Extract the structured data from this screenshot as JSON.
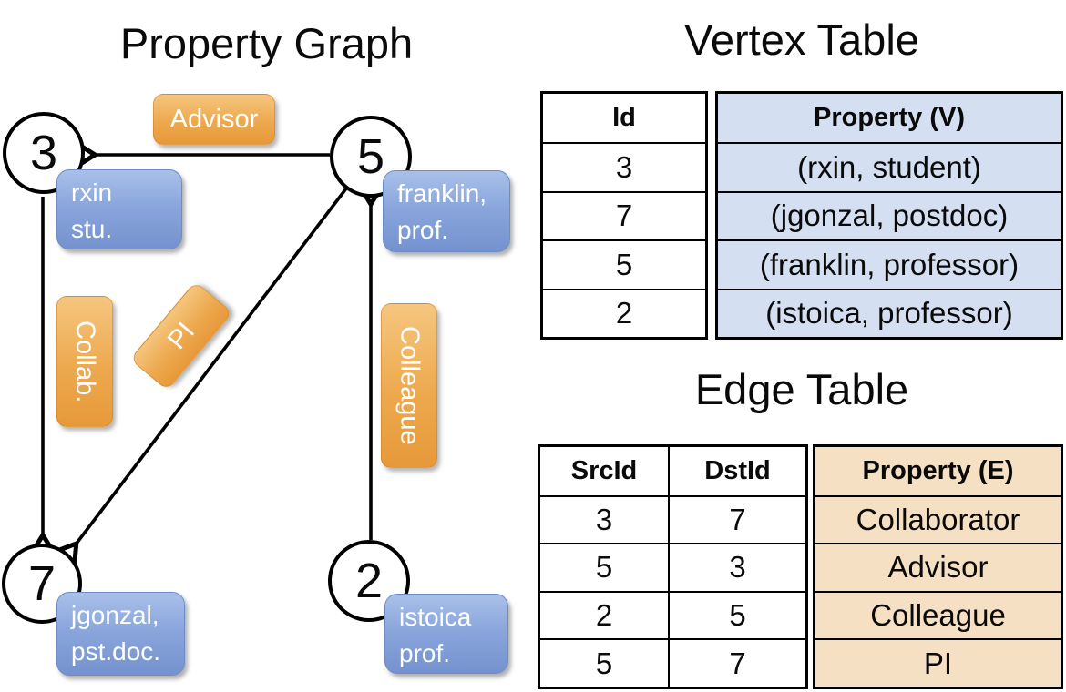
{
  "titles": {
    "graph": "Property Graph",
    "vertex_table": "Vertex Table",
    "edge_table": "Edge Table"
  },
  "graph": {
    "nodes": [
      {
        "id": "3",
        "property_line1": "rxin",
        "property_line2": "stu."
      },
      {
        "id": "5",
        "property_line1": "franklin,",
        "property_line2": "prof."
      },
      {
        "id": "7",
        "property_line1": "jgonzal,",
        "property_line2": "pst.doc."
      },
      {
        "id": "2",
        "property_line1": "istoica",
        "property_line2": "prof."
      }
    ],
    "edges": [
      {
        "src": "5",
        "dst": "3",
        "label": "Advisor"
      },
      {
        "src": "3",
        "dst": "7",
        "label": "Collab."
      },
      {
        "src": "5",
        "dst": "7",
        "label": "PI"
      },
      {
        "src": "2",
        "dst": "5",
        "label": "Colleague"
      }
    ]
  },
  "vertex_table": {
    "headers": {
      "id": "Id",
      "property": "Property (V)"
    },
    "rows": [
      {
        "id": "3",
        "property": "(rxin, student)"
      },
      {
        "id": "7",
        "property": "(jgonzal, postdoc)"
      },
      {
        "id": "5",
        "property": "(franklin, professor)"
      },
      {
        "id": "2",
        "property": "(istoica, professor)"
      }
    ]
  },
  "edge_table": {
    "headers": {
      "src": "SrcId",
      "dst": "DstId",
      "property": "Property (E)"
    },
    "rows": [
      {
        "src": "3",
        "dst": "7",
        "property": "Collaborator"
      },
      {
        "src": "5",
        "dst": "3",
        "property": "Advisor"
      },
      {
        "src": "2",
        "dst": "5",
        "property": "Colleague"
      },
      {
        "src": "5",
        "dst": "7",
        "property": "PI"
      }
    ]
  },
  "colors": {
    "edge_label_fill": "#eda94f",
    "vertex_box_fill": "#8aa6dc",
    "vertex_property_bg": "#d5dff2",
    "edge_property_bg": "#f6e0c4",
    "line_color": "#000000"
  }
}
